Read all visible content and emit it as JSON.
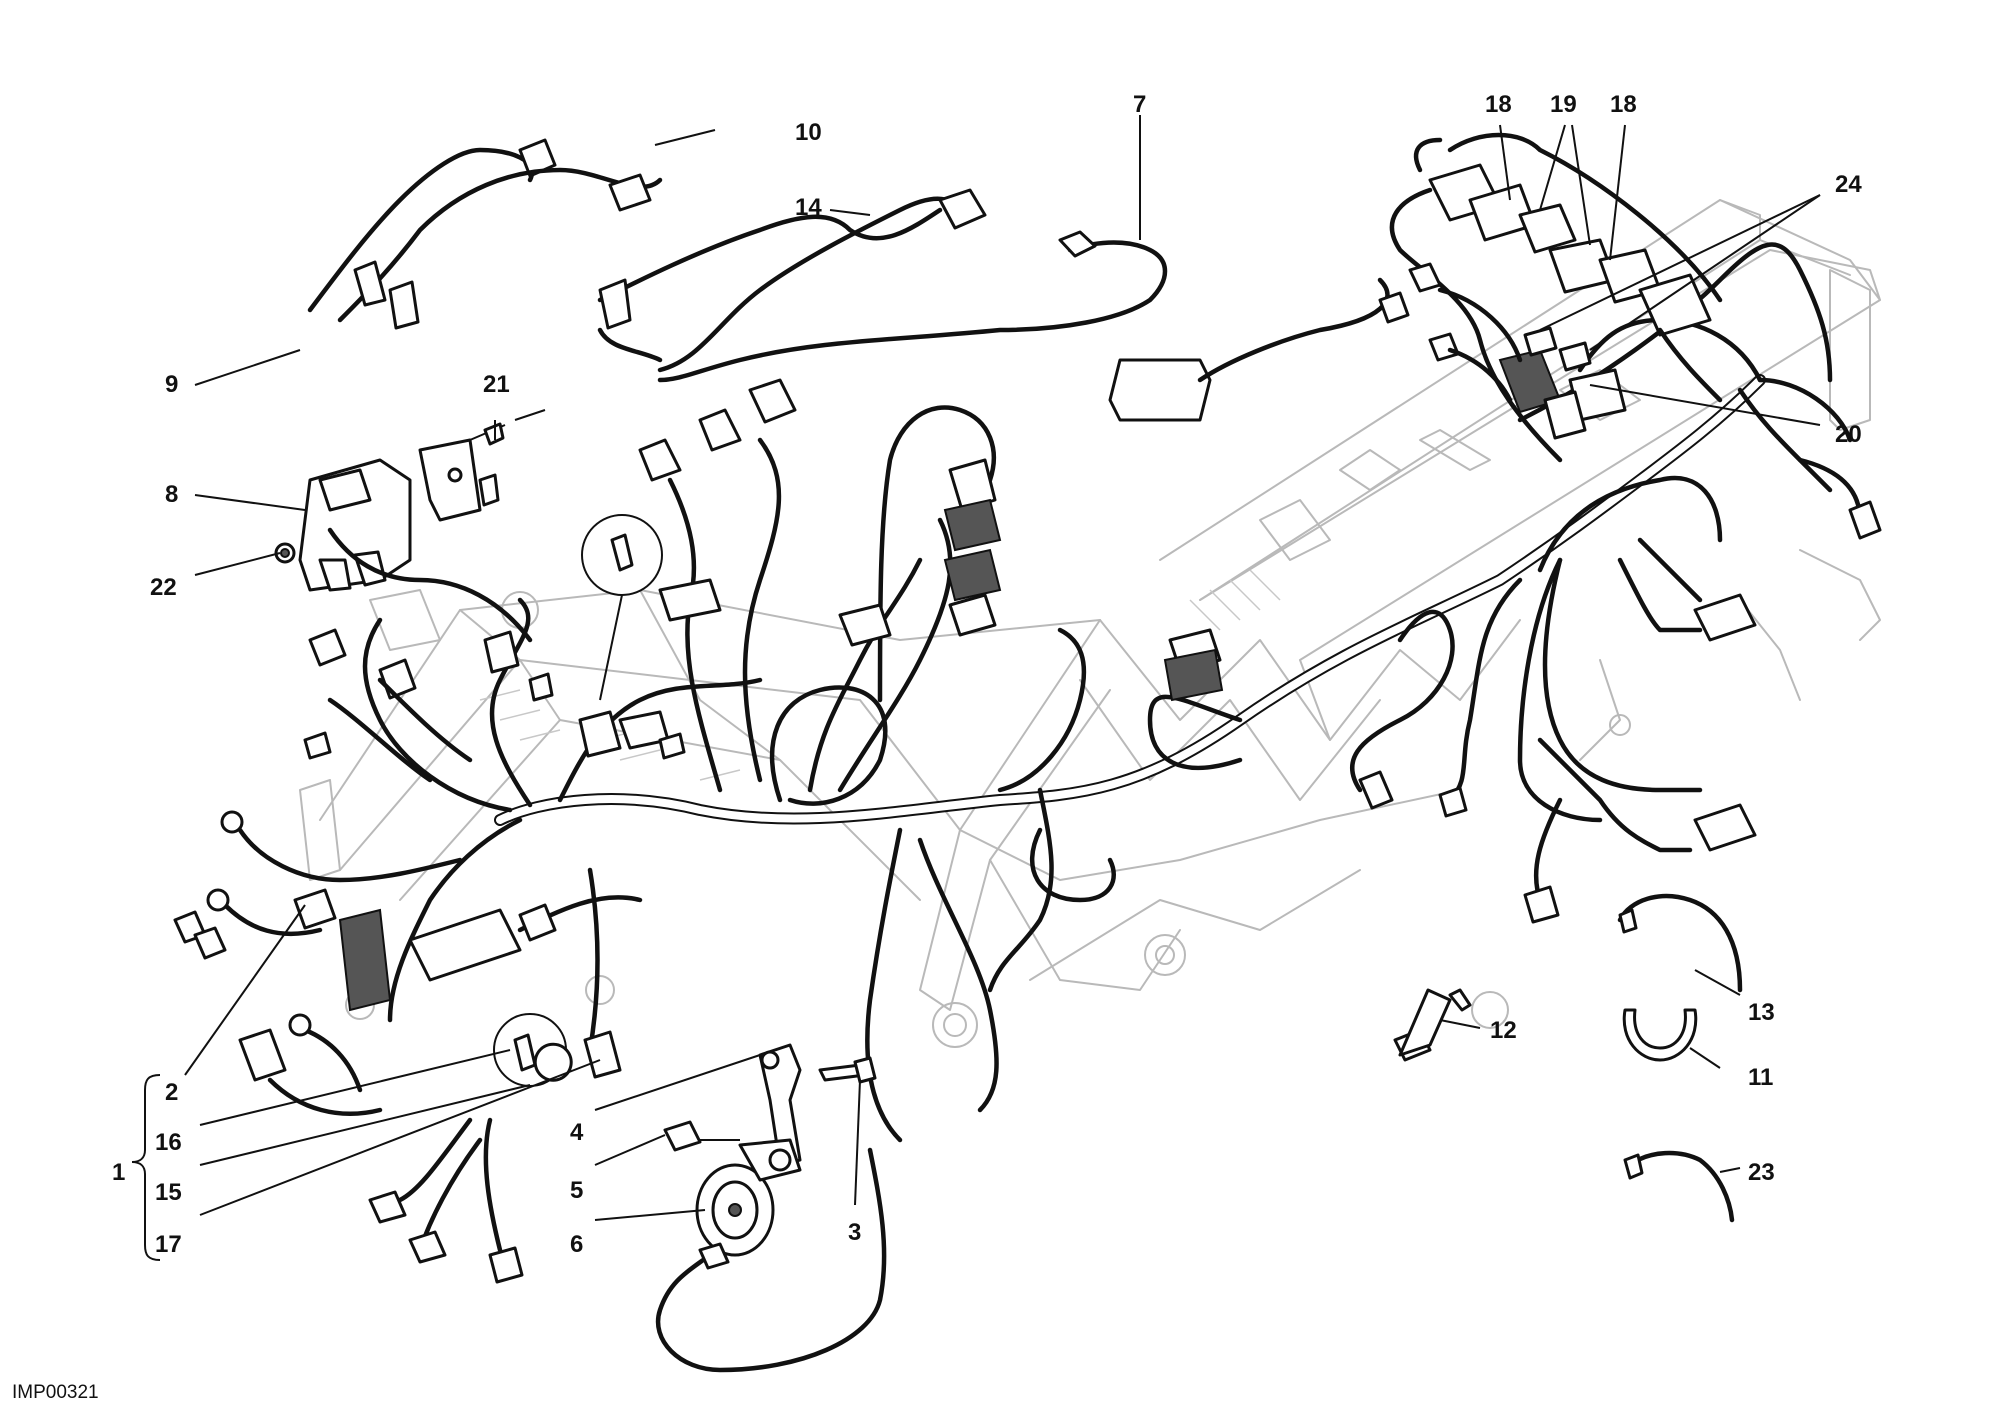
{
  "reference_code": "IMP00321",
  "callouts": {
    "c1": "1",
    "c2": "2",
    "c3": "3",
    "c4": "4",
    "c5": "5",
    "c6": "6",
    "c7": "7",
    "c8": "8",
    "c9": "9",
    "c10": "10",
    "c11": "11",
    "c12": "12",
    "c13": "13",
    "c14": "14",
    "c15": "15",
    "c16": "16",
    "c17": "17",
    "c18a": "18",
    "c18b": "18",
    "c19": "19",
    "c20": "20",
    "c21": "21",
    "c22": "22",
    "c23": "23",
    "c24": "24"
  }
}
